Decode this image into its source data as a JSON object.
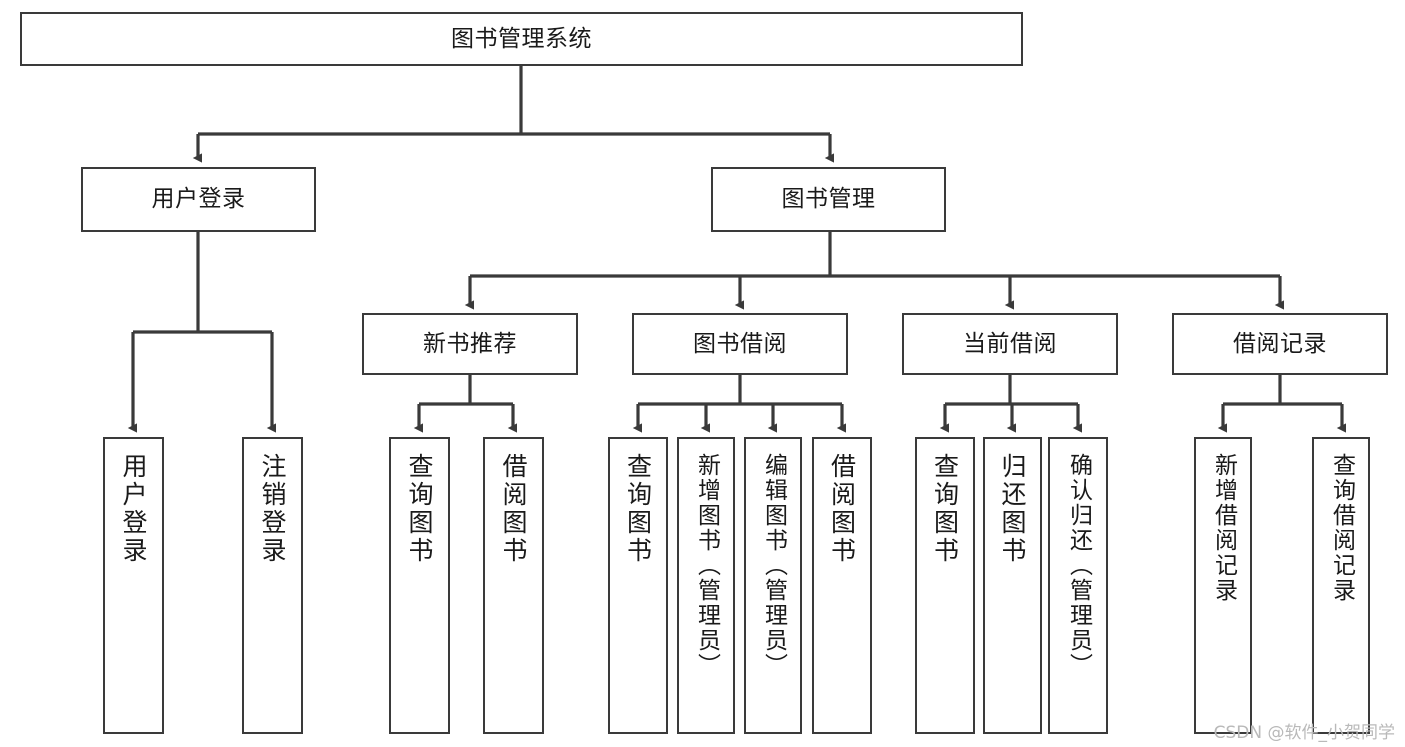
{
  "diagram": {
    "title": "图书管理系统",
    "type": "tree-hierarchy",
    "colors": {
      "box_border": "#3a3a3a",
      "box_fill": "#ffffff",
      "edge": "#3a3a3a",
      "text": "#1a1a1a",
      "watermark": "#b9b9b9"
    },
    "nodes": {
      "root": {
        "label": "图书管理系统"
      },
      "level2": [
        {
          "label": "用户登录"
        },
        {
          "label": "图书管理"
        }
      ],
      "level3": [
        {
          "label": "新书推荐"
        },
        {
          "label": "图书借阅"
        },
        {
          "label": "当前借阅"
        },
        {
          "label": "借阅记录"
        }
      ],
      "leaves_user_login": [
        {
          "label": "用户登录"
        },
        {
          "label": "注销登录"
        }
      ],
      "leaves_new_book": [
        {
          "label": "查询图书"
        },
        {
          "label": "借阅图书"
        }
      ],
      "leaves_borrow": [
        {
          "label": "查询图书"
        },
        {
          "label": "新增图书（管理员）"
        },
        {
          "label": "编辑图书（管理员）"
        },
        {
          "label": "借阅图书"
        }
      ],
      "leaves_current": [
        {
          "label": "查询图书"
        },
        {
          "label": "归还图书"
        },
        {
          "label": "确认归还（管理员）"
        }
      ],
      "leaves_records": [
        {
          "label": "新增借阅记录"
        },
        {
          "label": "查询借阅记录"
        }
      ]
    }
  },
  "watermark": {
    "text": "CSDN @软件_小贺同学"
  }
}
